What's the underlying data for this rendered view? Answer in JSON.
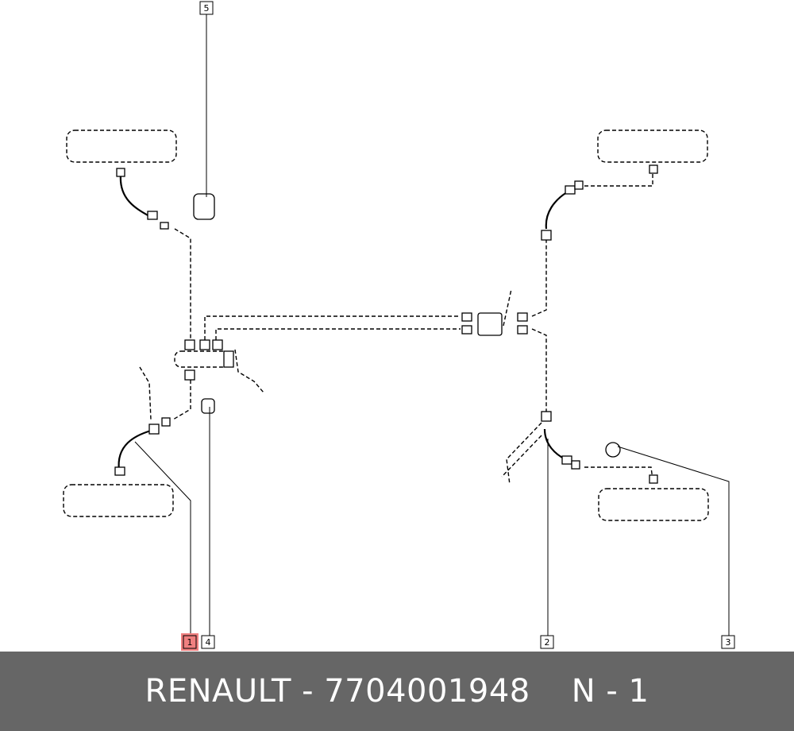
{
  "callouts": [
    {
      "label": "1",
      "highlighted": true
    },
    {
      "label": "4",
      "highlighted": false
    },
    {
      "label": "5",
      "highlighted": false
    },
    {
      "label": "2",
      "highlighted": false
    },
    {
      "label": "3",
      "highlighted": false
    }
  ],
  "footer": {
    "brand_and_part": "RENAULT - 7704001948",
    "position": "N - 1"
  },
  "colors": {
    "highlight": "#f08080",
    "footer_bg": "#666666",
    "footer_text": "#ffffff"
  }
}
